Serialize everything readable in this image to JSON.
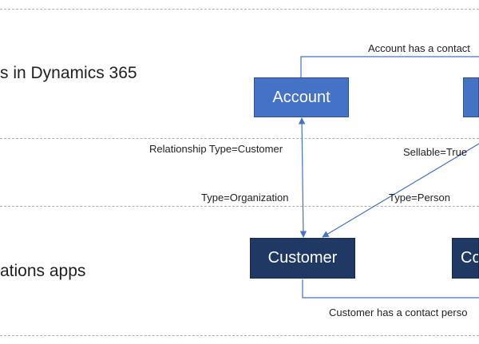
{
  "band_labels": {
    "top": "s in Dynamics 365",
    "bottom": "ations apps"
  },
  "entities": {
    "account": "Account",
    "customer": "Customer",
    "contact_partial": "Co"
  },
  "relationship_labels": {
    "account_contact": "Account has a contact",
    "relationship_type": "Relationship Type=Customer",
    "sellable": "Sellable=True",
    "type_organization": "Type=Organization",
    "type_person": "Type=Person",
    "customer_contact": "Customer has a contact perso"
  },
  "colors": {
    "light_box": "#4472c4",
    "dark_box": "#1f3864",
    "connector": "#4472c4",
    "separator": "#b0b0b0"
  }
}
